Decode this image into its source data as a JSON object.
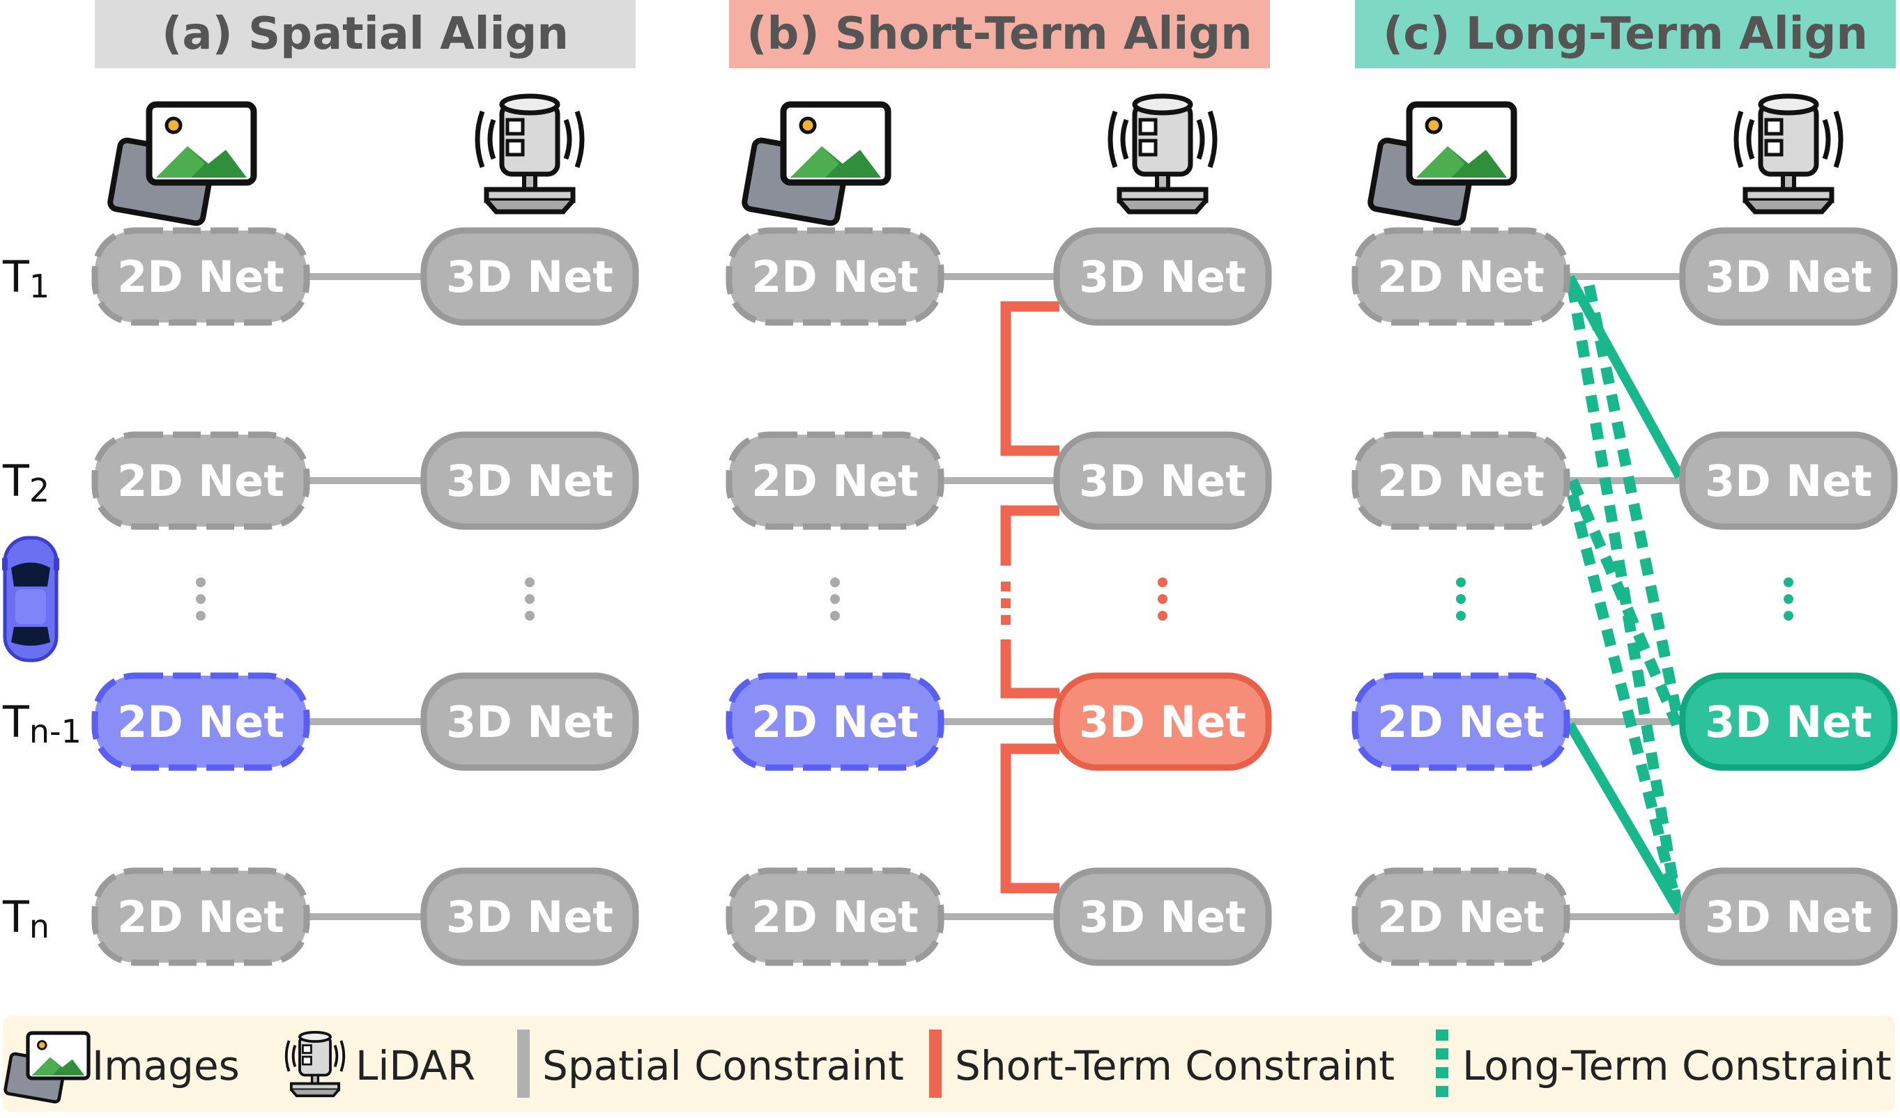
{
  "panels": [
    {
      "title": "(a) Spatial Align",
      "color": "#dcdcdc"
    },
    {
      "title": "(b) Short-Term Align",
      "color": "#f5b0a3"
    },
    {
      "title": "(c) Long-Term Align",
      "color": "#7ed9c4"
    }
  ],
  "node_labels": {
    "net2d": "2D Net",
    "net3d": "3D Net"
  },
  "timesteps": [
    {
      "main": "T",
      "sub": "1"
    },
    {
      "main": "T",
      "sub": "2"
    },
    {
      "main": "T",
      "sub": "n-1"
    },
    {
      "main": "T",
      "sub": "n"
    }
  ],
  "legend": {
    "images": "Images",
    "lidar": "LiDAR",
    "spatial": "Spatial Constraint",
    "short_term": "Short-Term Constraint",
    "long_term": "Long-Term Constraint"
  },
  "colors": {
    "gray_node": "#b3b3b3",
    "gray_border": "#9a9a9a",
    "blue_node": "#8a8ff7",
    "blue_border": "#5a5ff0",
    "red_node": "#f58d78",
    "red_border": "#e9604a",
    "green_node": "#2cc39c",
    "green_border": "#10a87e",
    "spatial_line": "#b0b0b0",
    "short_line": "#ee6650",
    "long_line": "#18b88c",
    "legend_bg": "#fdf6e3"
  },
  "icons": [
    "image-icon",
    "lidar-icon",
    "car-icon"
  ]
}
